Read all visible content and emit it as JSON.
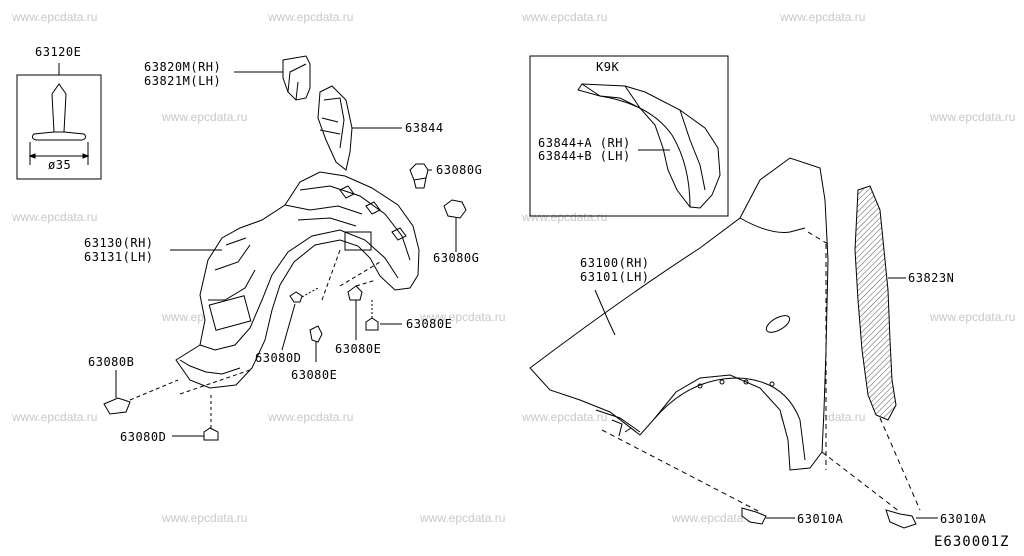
{
  "watermark": "www.epcdata.ru",
  "diagram_code": "E630001Z",
  "inset_clip": {
    "part": "63120E",
    "dimension": "ø35"
  },
  "inset_k9k": {
    "title": "K9K",
    "rh": "63844+A (RH)",
    "lh": "63844+B (LH)"
  },
  "labels": {
    "l63820_rh": "63820M(RH)",
    "l63821_lh": "63821M(LH)",
    "l63844": "63844",
    "l63080g_1": "63080G",
    "l63080g_2": "63080G",
    "l63130_rh": "63130(RH)",
    "l63131_lh": "63131(LH)",
    "l63080e_r": "63080E",
    "l63080d_c": "63080D",
    "l63080e_c": "63080E",
    "l63080e_l": "63080E",
    "l63080b": "63080B",
    "l63080d_b": "63080D",
    "l63100_rh": "63100(RH)",
    "l63101_lh": "63101(LH)",
    "l63823n": "63823N",
    "l63010a_1": "63010A",
    "l63010a_2": "63010A"
  }
}
